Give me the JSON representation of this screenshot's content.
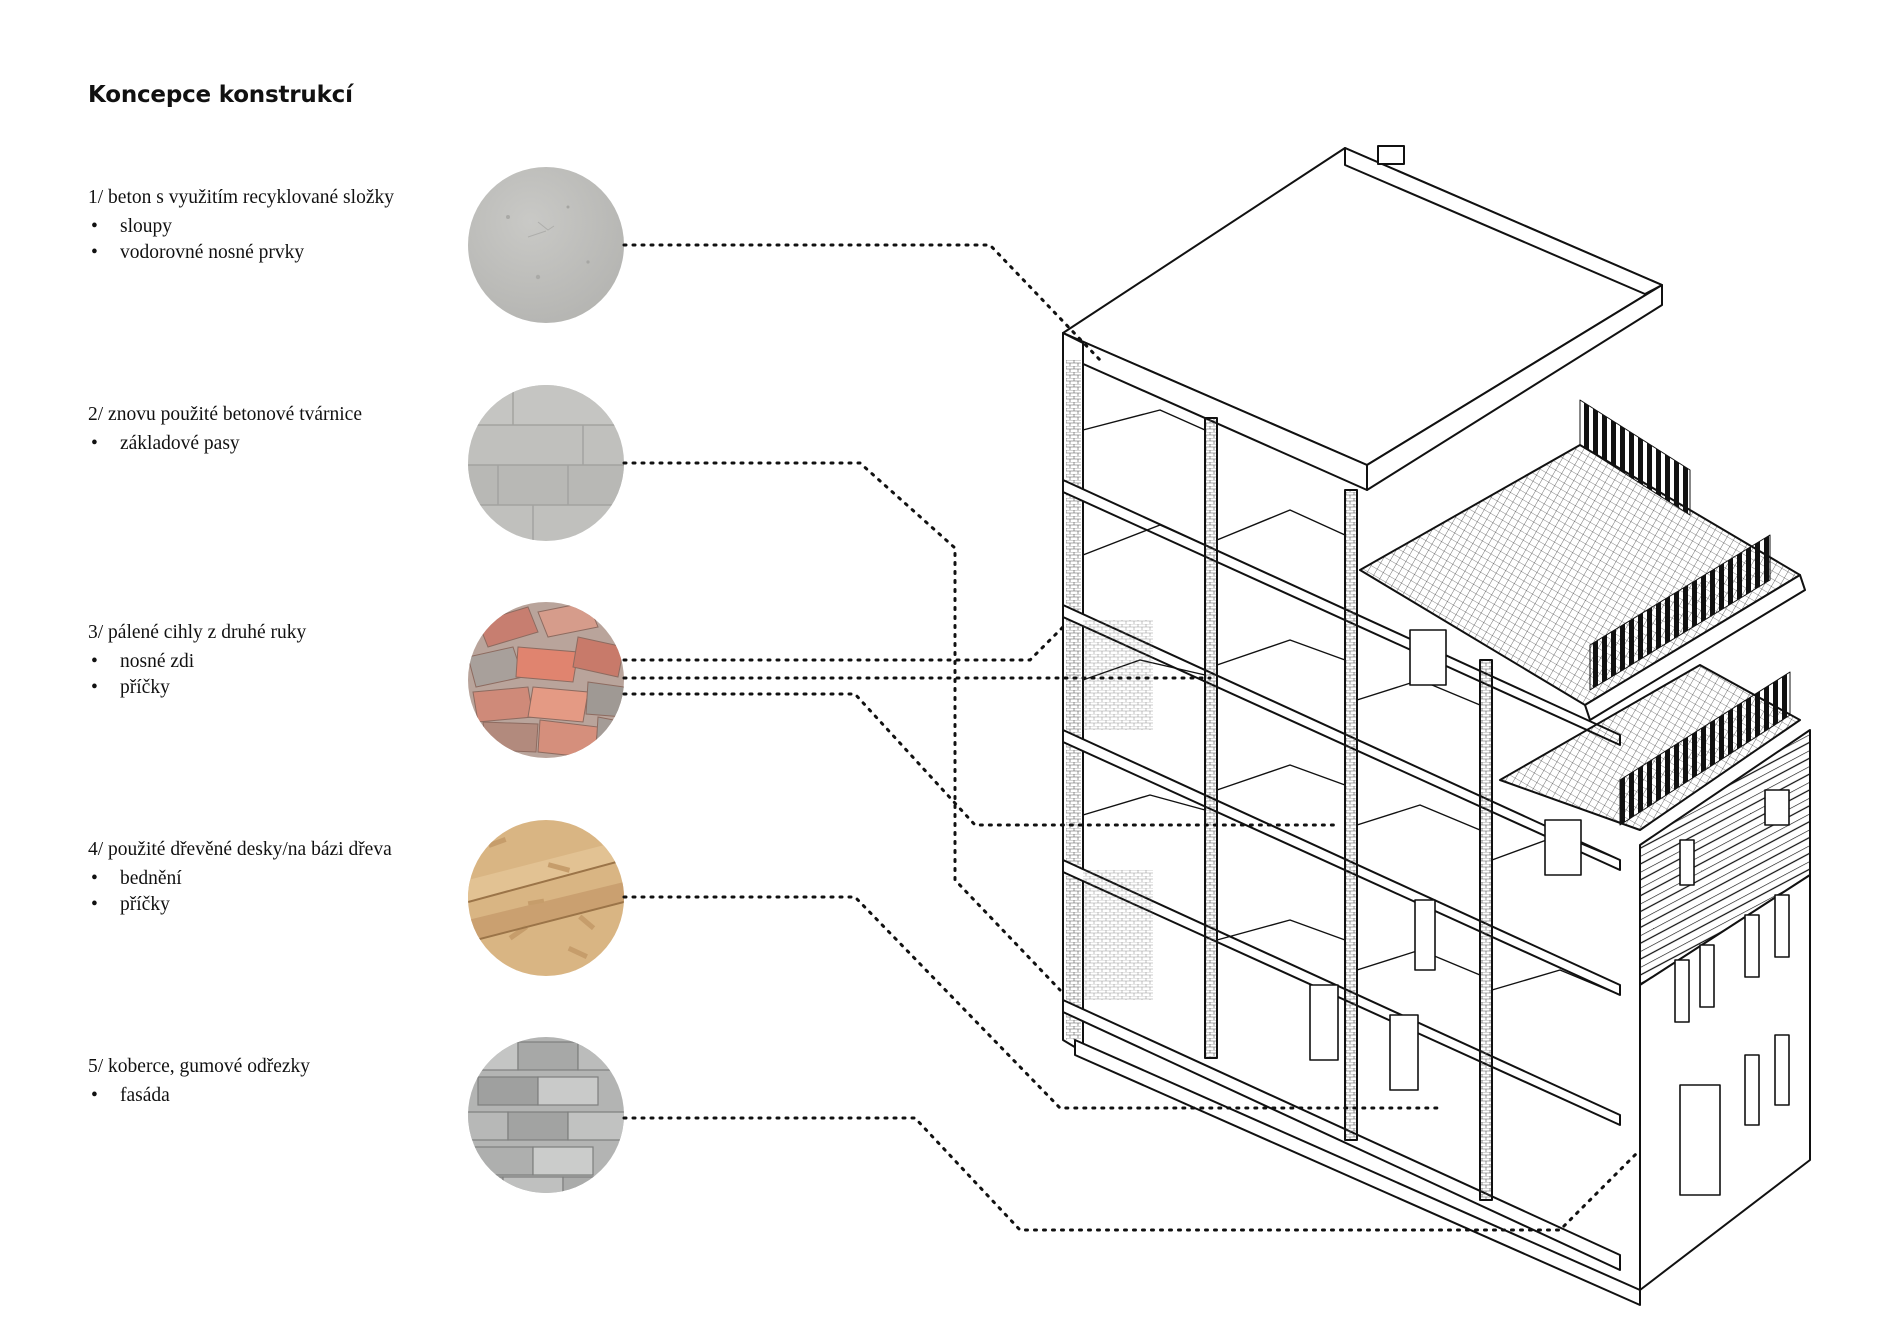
{
  "title": "Koncepce konstrukcí",
  "materials": [
    {
      "heading": "1/ beton s využitím recyklované složky",
      "items": [
        "sloupy",
        "vodorovné nosné prvky"
      ],
      "texture": "concrete-texture"
    },
    {
      "heading": "2/ znovu použité betonové tvárnice",
      "items": [
        "základové pasy"
      ],
      "texture": "concrete-block-texture"
    },
    {
      "heading": "3/ pálené cihly z druhé ruky",
      "items": [
        "nosné zdi",
        "příčky"
      ],
      "texture": "brick-texture"
    },
    {
      "heading": "4/ použité dřevěné desky/na bázi dřeva",
      "items": [
        "bednění",
        "příčky"
      ],
      "texture": "osb-wood-texture"
    },
    {
      "heading": "5/ koberce, gumové odřezky",
      "items": [
        "fasáda"
      ],
      "texture": "rubber-tile-texture"
    }
  ],
  "colors": {
    "line": "#111111",
    "concrete": "#bdbdbb",
    "block": "#bcbcba",
    "brick": "#c9776a",
    "wood": "#d8b381",
    "rubber": "#a9aaa9"
  }
}
